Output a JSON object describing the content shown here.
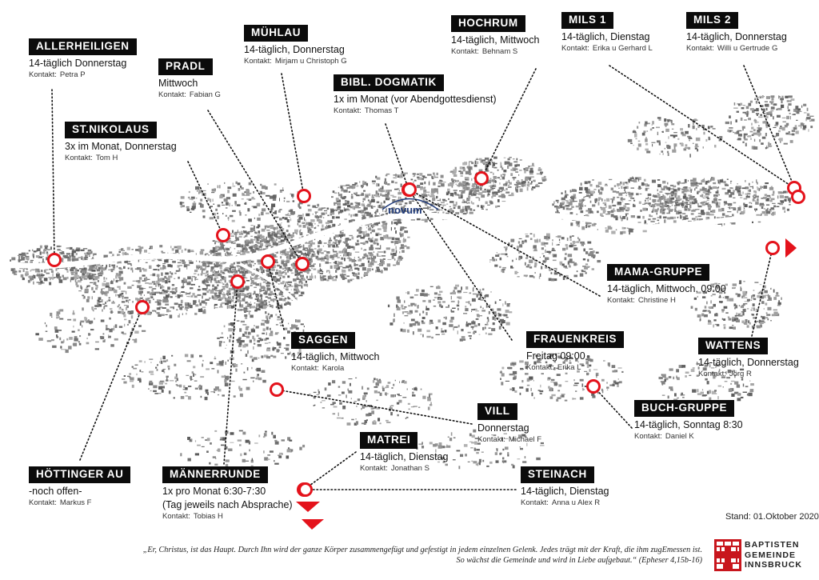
{
  "colors": {
    "marker": "#e4121b",
    "title_bg": "#0b0b0b",
    "building": "#9a9a9a",
    "river": "#ffffff",
    "novum": "#1f3a7a"
  },
  "groups": [
    {
      "id": "allerheiligen",
      "title": "ALLERHEILIGEN",
      "freq": [
        "14-täglich Donnerstag"
      ],
      "contact_label": "Kontakt:",
      "contact": "Petra P"
    },
    {
      "id": "muehlau",
      "title": "MÜHLAU",
      "freq": [
        "14-täglich, Donnerstag"
      ],
      "contact_label": "Kontakt:",
      "contact": "Mirjam u Christoph G"
    },
    {
      "id": "pradl",
      "title": "PRADL",
      "freq": [
        "Mittwoch"
      ],
      "contact_label": "Kontakt:",
      "contact": "Fabian G"
    },
    {
      "id": "bibl-dogmatik",
      "title": "BIBL. DOGMATIK",
      "freq": [
        "1x im Monat (vor Abendgottesdienst)"
      ],
      "contact_label": "Kontakt:",
      "contact": "Thomas T"
    },
    {
      "id": "hochrum",
      "title": "HOCHRUM",
      "freq": [
        "14-täglich, Mittwoch"
      ],
      "contact_label": "Kontakt:",
      "contact": "Behnam S"
    },
    {
      "id": "mils1",
      "title": "MILS 1",
      "freq": [
        "14-täglich, Dienstag"
      ],
      "contact_label": "Kontakt:",
      "contact": "Erika u Gerhard L"
    },
    {
      "id": "mils2",
      "title": "MILS 2",
      "freq": [
        "14-täglich, Donnerstag"
      ],
      "contact_label": "Kontakt:",
      "contact": "Willi u Gertrude G"
    },
    {
      "id": "st-nikolaus",
      "title": "ST.NIKOLAUS",
      "freq": [
        "3x im Monat, Donnerstag"
      ],
      "contact_label": "Kontakt:",
      "contact": "Tom H"
    },
    {
      "id": "mama-gruppe",
      "title": "MAMA-GRUPPE",
      "freq": [
        "14-täglich, Mittwoch, 09:00"
      ],
      "contact_label": "Kontakt:",
      "contact": "Christine H"
    },
    {
      "id": "saggen",
      "title": "SAGGEN",
      "freq": [
        "14-täglich, Mittwoch"
      ],
      "contact_label": "Kontakt:",
      "contact": "Karola"
    },
    {
      "id": "frauenkreis",
      "title": "FRAUENKREIS",
      "freq": [
        "Freitag 09:00"
      ],
      "contact_label": "Kontakt:",
      "contact": "Erika L"
    },
    {
      "id": "wattens",
      "title": "WATTENS",
      "freq": [
        "14-täglich, Donnerstag"
      ],
      "contact_label": "Kontakt:",
      "contact": "Jörg R"
    },
    {
      "id": "buch-gruppe",
      "title": "BUCH-GRUPPE",
      "freq": [
        "14-täglich, Sonntag 8:30"
      ],
      "contact_label": "Kontakt:",
      "contact": "Daniel K"
    },
    {
      "id": "vill",
      "title": "VILL",
      "freq": [
        "Donnerstag"
      ],
      "contact_label": "Kontakt:",
      "contact": "Michael F"
    },
    {
      "id": "matrei",
      "title": "MATREI",
      "freq": [
        "14-täglich, Dienstag"
      ],
      "contact_label": "Kontakt:",
      "contact": "Jonathan S"
    },
    {
      "id": "hoettinger-au",
      "title": "HÖTTINGER AU",
      "freq": [
        "-noch offen-"
      ],
      "contact_label": "Kontakt:",
      "contact": "Markus F"
    },
    {
      "id": "maennerrunde",
      "title": "MÄNNERRUNDE",
      "freq": [
        "1x pro Monat 6:30-7:30",
        "(Tag jeweils nach Absprache)"
      ],
      "contact_label": "Kontakt:",
      "contact": "Tobias H"
    },
    {
      "id": "steinach",
      "title": "STEINACH",
      "freq": [
        "14-täglich, Dienstag"
      ],
      "contact_label": "Kontakt:",
      "contact": "Anna u Alex R"
    }
  ],
  "map": {
    "novum_label": "novum"
  },
  "stand": "Stand: 01.Oktober 2020",
  "quote": {
    "line1": "„Er, Christus, ist das Haupt. Durch Ihn wird der ganze Körper zusammengefügt und gefestigt in jedem einzelnen Gelenk.  Jedes trägt mit der Kraft, die ihm zugEmessen ist.",
    "line2": "So wächst die Gemeinde und wird in Liebe aufgebaut.“  (Epheser 4,15b-16)"
  },
  "logo": {
    "lines": [
      "BAPTISTEN",
      "GEMEINDE",
      "INNSBRUCK"
    ],
    "icon": "cross-grid-icon"
  }
}
